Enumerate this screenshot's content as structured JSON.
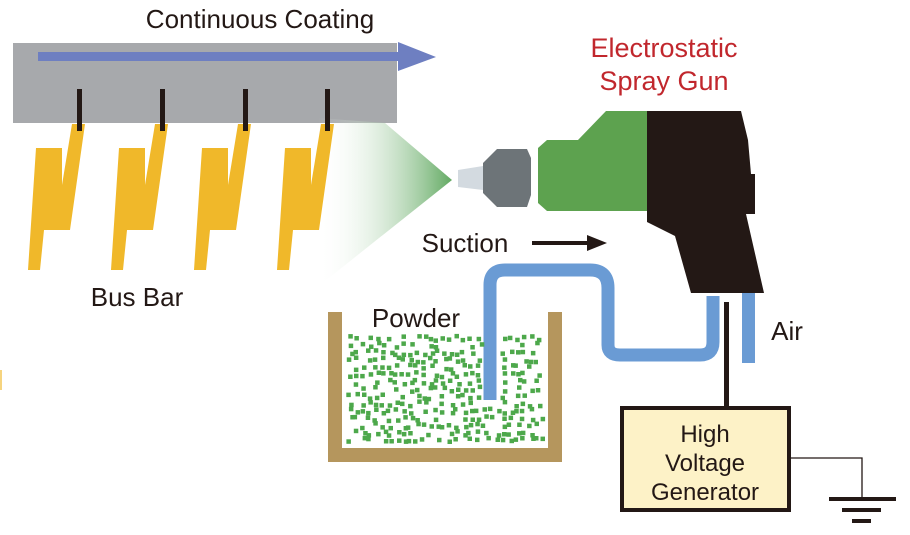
{
  "diagram": {
    "title": "Electrostatic powder coating of bus bars",
    "labels": {
      "continuous_coating": "Continuous Coating",
      "spray_gun_line1": "Electrostatic",
      "spray_gun_line2": "Spray Gun",
      "bus_bar": "Bus Bar",
      "suction": "Suction",
      "powder": "Powder",
      "air": "Air",
      "generator_line1": "High",
      "generator_line2": "Voltage",
      "generator_line3": "Generator"
    },
    "components": [
      {
        "id": "conveyor",
        "name": "Conveyor rail",
        "direction": "right"
      },
      {
        "id": "bus-bars",
        "name": "Bus Bar",
        "count": 4
      },
      {
        "id": "spray-gun",
        "name": "Electrostatic Spray Gun"
      },
      {
        "id": "powder-tank",
        "name": "Powder"
      },
      {
        "id": "suction-hose",
        "name": "Suction"
      },
      {
        "id": "air-hose",
        "name": "Air"
      },
      {
        "id": "hv-generator",
        "name": "High Voltage Generator"
      },
      {
        "id": "ground",
        "name": "Ground"
      }
    ],
    "colors": {
      "conveyor": "#a7a9ac",
      "arrow": "#6e7fc1",
      "hanger": "#231815",
      "bus_bar": "#f0b82a",
      "spray": "#5aa55a",
      "gun_green": "#5da24f",
      "gun_nozzle": "#6d7478",
      "gun_tip": "#d3dae0",
      "gun_body": "#231815",
      "hose": "#6a9bd4",
      "tank": "#b5965d",
      "powder": "#4da84b",
      "generator_fill": "#fdf2c7",
      "red_label": "#c1272d"
    }
  }
}
